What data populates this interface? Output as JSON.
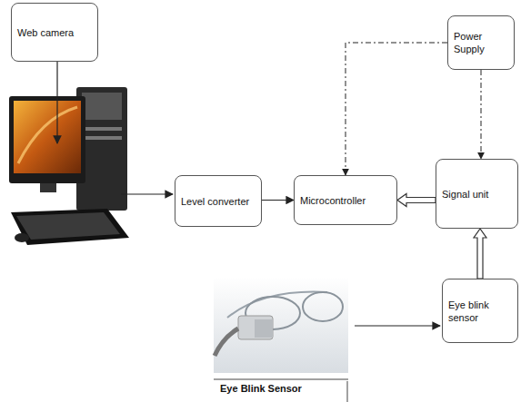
{
  "diagram": {
    "nodes": [
      {
        "text": [
          "Web camera"
        ]
      },
      {
        "text": [
          "Level converter"
        ]
      },
      {
        "text": [
          "Microcontroller"
        ]
      },
      {
        "text": [
          "Power Supply"
        ]
      },
      {
        "text": [
          "Signal unit"
        ]
      },
      {
        "text": [
          "Eye blink sensor"
        ]
      }
    ],
    "edges": [
      {
        "from": 1,
        "to": 2,
        "arrow": "to"
      },
      {
        "from": 4,
        "to": 2,
        "arrow": "to"
      },
      {
        "from": 5,
        "to": 4,
        "arrow": "to"
      },
      {
        "from": 3,
        "to": 2,
        "arrow": "to"
      },
      {
        "from": 3,
        "to": 4,
        "arrow": "to"
      }
    ],
    "labels": [
      "Eye Blink Sensor"
    ]
  }
}
